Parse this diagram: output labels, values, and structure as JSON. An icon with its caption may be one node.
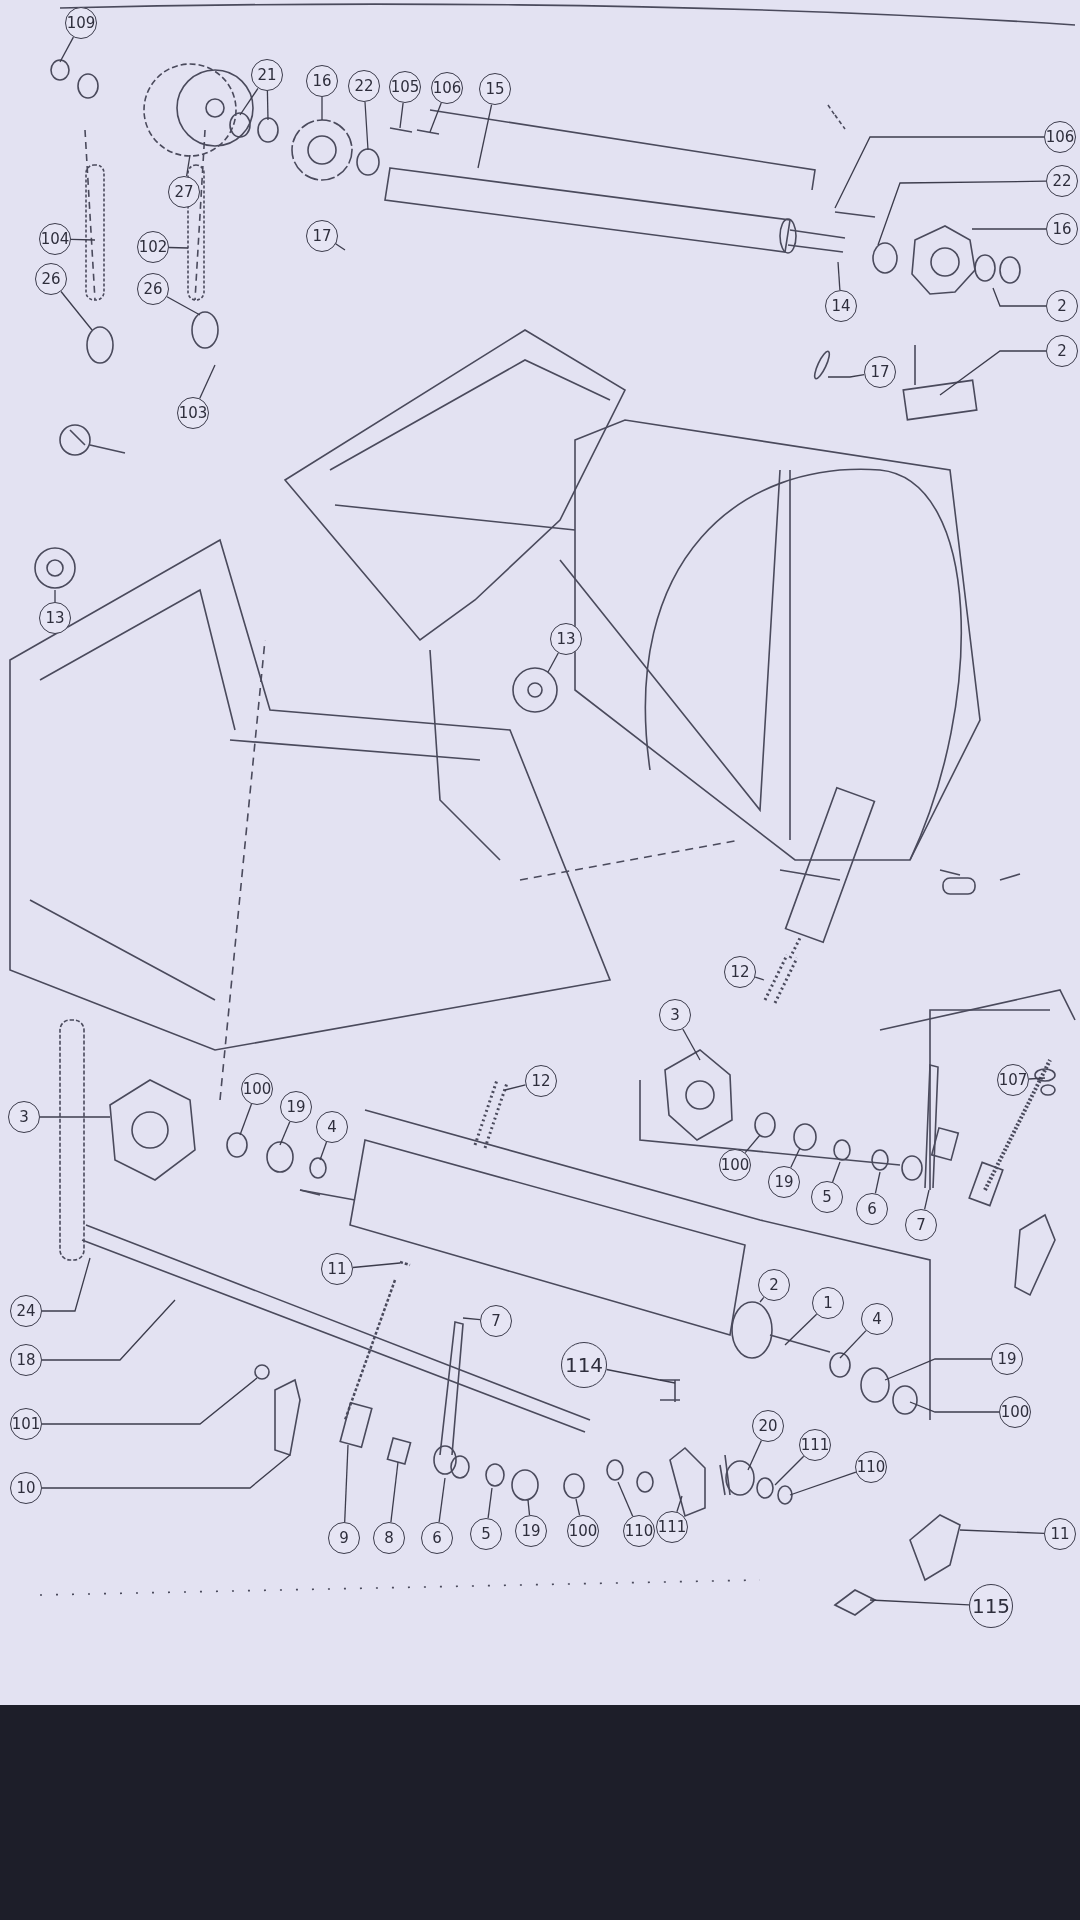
{
  "diagram": {
    "nodes": [
      {
        "text": [
          "109"
        ]
      },
      {
        "text": [
          "27"
        ]
      },
      {
        "text": [
          "21"
        ]
      },
      {
        "text": [
          "16"
        ]
      },
      {
        "text": [
          "22"
        ]
      },
      {
        "text": [
          "105"
        ]
      },
      {
        "text": [
          "106"
        ]
      },
      {
        "text": [
          "15"
        ]
      },
      {
        "text": [
          "17"
        ]
      },
      {
        "text": [
          "104"
        ]
      },
      {
        "text": [
          "102"
        ]
      },
      {
        "text": [
          "26"
        ]
      },
      {
        "text": [
          "26"
        ]
      },
      {
        "text": [
          "103"
        ]
      },
      {
        "text": [
          "106"
        ]
      },
      {
        "text": [
          "22"
        ]
      },
      {
        "text": [
          "16"
        ]
      },
      {
        "text": [
          "2"
        ]
      },
      {
        "text": [
          "14"
        ]
      },
      {
        "text": [
          "17"
        ]
      },
      {
        "text": [
          "2"
        ]
      },
      {
        "text": [
          "13"
        ]
      },
      {
        "text": [
          "13"
        ]
      },
      {
        "text": [
          "12"
        ]
      },
      {
        "text": [
          "3"
        ]
      },
      {
        "text": [
          "107"
        ]
      },
      {
        "text": [
          "12"
        ]
      },
      {
        "text": [
          "3"
        ]
      },
      {
        "text": [
          "100"
        ]
      },
      {
        "text": [
          "19"
        ]
      },
      {
        "text": [
          "4"
        ]
      },
      {
        "text": [
          "100"
        ]
      },
      {
        "text": [
          "19"
        ]
      },
      {
        "text": [
          "5"
        ]
      },
      {
        "text": [
          "6"
        ]
      },
      {
        "text": [
          "7"
        ]
      },
      {
        "text": [
          "11"
        ]
      },
      {
        "text": [
          "2"
        ]
      },
      {
        "text": [
          "1"
        ]
      },
      {
        "text": [
          "4"
        ]
      },
      {
        "text": [
          "7"
        ]
      },
      {
        "text": [
          "24"
        ]
      },
      {
        "text": [
          "19"
        ]
      },
      {
        "text": [
          "114"
        ]
      },
      {
        "text": [
          "18"
        ]
      },
      {
        "text": [
          "100"
        ]
      },
      {
        "text": [
          "101"
        ]
      },
      {
        "text": [
          "20"
        ]
      },
      {
        "text": [
          "111"
        ]
      },
      {
        "text": [
          "110"
        ]
      },
      {
        "text": [
          "10"
        ]
      },
      {
        "text": [
          "11"
        ]
      },
      {
        "text": [
          "9"
        ]
      },
      {
        "text": [
          "8"
        ]
      },
      {
        "text": [
          "6"
        ]
      },
      {
        "text": [
          "5"
        ]
      },
      {
        "text": [
          "19"
        ]
      },
      {
        "text": [
          "100"
        ]
      },
      {
        "text": [
          "110"
        ]
      },
      {
        "text": [
          "111"
        ]
      },
      {
        "text": [
          "115"
        ]
      }
    ],
    "edges": [
      {
        "from": 0,
        "to": null,
        "arrow": "none"
      },
      {
        "from": 1,
        "to": null,
        "arrow": "none"
      },
      {
        "from": 2,
        "to": null,
        "arrow": "none"
      },
      {
        "from": 2,
        "to": null,
        "arrow": "none"
      },
      {
        "from": 3,
        "to": null,
        "arrow": "none"
      },
      {
        "from": 4,
        "to": null,
        "arrow": "none"
      },
      {
        "from": 5,
        "to": null,
        "arrow": "none"
      },
      {
        "from": 6,
        "to": null,
        "arrow": "none"
      },
      {
        "from": 7,
        "to": null,
        "arrow": "none"
      },
      {
        "from": 8,
        "to": null,
        "arrow": "none"
      },
      {
        "from": 9,
        "to": null,
        "arrow": "none"
      },
      {
        "from": 10,
        "to": null,
        "arrow": "none"
      },
      {
        "from": 11,
        "to": null,
        "arrow": "none"
      },
      {
        "from": 12,
        "to": null,
        "arrow": "none"
      },
      {
        "from": 13,
        "to": null,
        "arrow": "none"
      },
      {
        "from": 14,
        "to": null,
        "arrow": "none"
      },
      {
        "from": 15,
        "to": null,
        "arrow": "none"
      },
      {
        "from": 16,
        "to": null,
        "arrow": "none"
      },
      {
        "from": 17,
        "to": null,
        "arrow": "none"
      },
      {
        "from": 18,
        "to": null,
        "arrow": "none"
      },
      {
        "from": 19,
        "to": null,
        "arrow": "none"
      },
      {
        "from": 20,
        "to": null,
        "arrow": "none"
      },
      {
        "from": 21,
        "to": null,
        "arrow": "none"
      },
      {
        "from": 22,
        "to": null,
        "arrow": "none"
      },
      {
        "from": 23,
        "to": null,
        "arrow": "none"
      },
      {
        "from": 24,
        "to": null,
        "arrow": "none"
      },
      {
        "from": 25,
        "to": null,
        "arrow": "none"
      },
      {
        "from": 26,
        "to": null,
        "arrow": "none"
      },
      {
        "from": 27,
        "to": null,
        "arrow": "none"
      },
      {
        "from": 28,
        "to": null,
        "arrow": "none"
      },
      {
        "from": 29,
        "to": null,
        "arrow": "none"
      },
      {
        "from": 30,
        "to": null,
        "arrow": "none"
      },
      {
        "from": 31,
        "to": null,
        "arrow": "none"
      },
      {
        "from": 32,
        "to": null,
        "arrow": "none"
      },
      {
        "from": 33,
        "to": null,
        "arrow": "none"
      },
      {
        "from": 34,
        "to": null,
        "arrow": "none"
      },
      {
        "from": 35,
        "to": null,
        "arrow": "none"
      },
      {
        "from": 36,
        "to": null,
        "arrow": "none"
      },
      {
        "from": 37,
        "to": null,
        "arrow": "none"
      },
      {
        "from": 38,
        "to": null,
        "arrow": "none"
      },
      {
        "from": 39,
        "to": null,
        "arrow": "none"
      },
      {
        "from": 40,
        "to": null,
        "arrow": "none"
      },
      {
        "from": 41,
        "to": null,
        "arrow": "none"
      },
      {
        "from": 42,
        "to": null,
        "arrow": "none"
      },
      {
        "from": 43,
        "to": null,
        "arrow": "none"
      },
      {
        "from": 44,
        "to": null,
        "arrow": "none"
      },
      {
        "from": 45,
        "to": null,
        "arrow": "none"
      },
      {
        "from": 46,
        "to": null,
        "arrow": "none"
      },
      {
        "from": 47,
        "to": null,
        "arrow": "none"
      },
      {
        "from": 48,
        "to": null,
        "arrow": "none"
      },
      {
        "from": 49,
        "to": null,
        "arrow": "none"
      },
      {
        "from": 50,
        "to": null,
        "arrow": "none"
      },
      {
        "from": 51,
        "to": null,
        "arrow": "none"
      },
      {
        "from": 52,
        "to": null,
        "arrow": "none"
      },
      {
        "from": 53,
        "to": null,
        "arrow": "none"
      },
      {
        "from": 54,
        "to": null,
        "arrow": "none"
      },
      {
        "from": 55,
        "to": null,
        "arrow": "none"
      },
      {
        "from": 56,
        "to": null,
        "arrow": "none"
      },
      {
        "from": 57,
        "to": null,
        "arrow": "none"
      },
      {
        "from": 58,
        "to": null,
        "arrow": "none"
      },
      {
        "from": 59,
        "to": null,
        "arrow": "none"
      },
      {
        "from": 60,
        "to": null,
        "arrow": "none"
      }
    ]
  }
}
